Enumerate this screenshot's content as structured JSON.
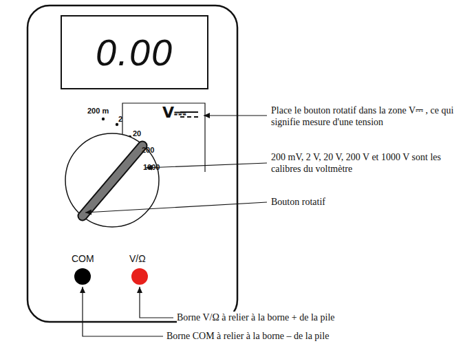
{
  "diagram": {
    "nodes": [
      {
        "text": [
          "0.00"
        ]
      }
    ],
    "labels": [
      "V⎓",
      "200 m",
      "2",
      "20",
      "200",
      "1000",
      "Place le bouton rotatif dans la zone V⎓ , ce qui signifie mesure d'une tension",
      "200 mV, 2 V, 20 V, 200 V et 1000 V sont les calibres du voltmètre",
      "Bouton rotatif",
      "COM",
      "V/Ω",
      "Borne V/Ω à relier à la borne + de la pile",
      "Borne COM à relier à la borne – de la pile"
    ]
  }
}
